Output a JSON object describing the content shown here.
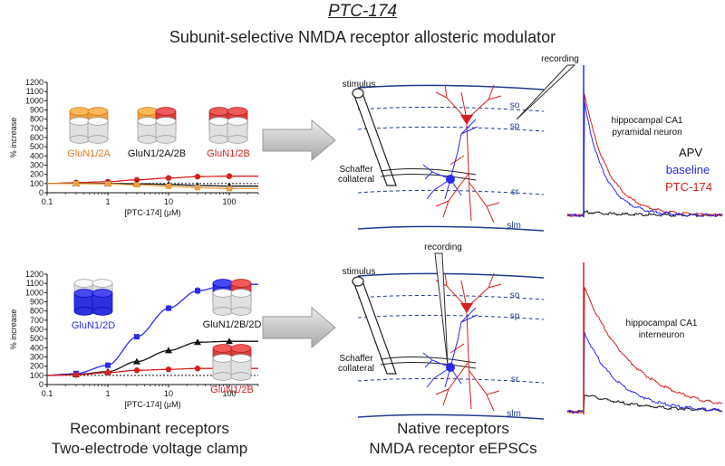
{
  "title": "PTC-174",
  "subtitle": "Subunit-selective NMDA receptor allosteric modulator",
  "colors": {
    "red": "#d62020",
    "blue": "#2a2aee",
    "black": "#111111",
    "orange": "#f0a040",
    "navy": "#1f3c8c"
  },
  "panels": {
    "recombinant_caption_1": "Recombinant receptors",
    "recombinant_caption_2": "Two-electrode voltage clamp",
    "native_caption_1": "Native receptors",
    "native_caption_2": "NMDA receptor eEPSCs"
  },
  "receptor_labels": {
    "glun1_2a": "GluN1/2A",
    "glun1_2a_2b": "GluN1/2A/2B",
    "glun1_2b_top": "GluN1/2B",
    "glun1_2d": "GluN1/2D",
    "glun1_2b_2d": "GluN1/2B/2D",
    "glun1_2b_bottom": "GluN1/2B"
  },
  "slice_labels": {
    "stimulus": "stimulus",
    "recording": "recording",
    "so": "so",
    "sp": "sp",
    "sr": "sr",
    "slm": "slm",
    "schaffer_1": "Schaffer",
    "schaffer_2": "collateral"
  },
  "traces": {
    "top_label_1": "hippocampal CA1",
    "top_label_2": "pyramidal neuron",
    "bottom_label_1": "hippocampal CA1",
    "bottom_label_2": "interneuron",
    "legend": [
      "APV",
      "baseline",
      "PTC-174"
    ]
  },
  "chart_data": [
    {
      "type": "line",
      "ylabel": "% increase",
      "xlabel": "[PTC-174] (μM)",
      "xscale": "log",
      "xlim": [
        0.1,
        300
      ],
      "ylim": [
        0,
        1200
      ],
      "yticks": [
        0,
        100,
        200,
        300,
        400,
        500,
        600,
        700,
        800,
        900,
        1000,
        1100,
        1200
      ],
      "xticks": [
        "0.1",
        "1",
        "10",
        "100"
      ],
      "reference_line": 100,
      "series": [
        {
          "name": "GluN1/2B",
          "color": "#d62020",
          "x": [
            0.3,
            1,
            3,
            10,
            30,
            100
          ],
          "y": [
            110,
            120,
            140,
            160,
            175,
            180
          ]
        },
        {
          "name": "GluN1/2A/2B",
          "color": "#111111",
          "x": [
            0.3,
            1,
            3,
            10,
            30,
            100
          ],
          "y": [
            100,
            100,
            98,
            90,
            78,
            72
          ]
        },
        {
          "name": "GluN1/2A",
          "color": "#f0a040",
          "x": [
            0.3,
            1,
            3,
            10,
            30,
            100
          ],
          "y": [
            98,
            95,
            85,
            70,
            55,
            45
          ]
        }
      ]
    },
    {
      "type": "line",
      "ylabel": "% increase",
      "xlabel": "[PTC-174] (μM)",
      "xscale": "log",
      "xlim": [
        0.1,
        300
      ],
      "ylim": [
        0,
        1200
      ],
      "yticks": [
        0,
        100,
        200,
        300,
        400,
        500,
        600,
        700,
        800,
        900,
        1000,
        1100,
        1200
      ],
      "xticks": [
        "0.1",
        "1",
        "10",
        "100"
      ],
      "reference_line": 100,
      "series": [
        {
          "name": "GluN1/2D",
          "color": "#2a2aee",
          "x": [
            0.3,
            1,
            3,
            10,
            30,
            100
          ],
          "y": [
            120,
            210,
            520,
            830,
            1020,
            1090
          ]
        },
        {
          "name": "GluN1/2B/2D",
          "color": "#111111",
          "x": [
            0.3,
            1,
            3,
            10,
            30,
            100
          ],
          "y": [
            110,
            140,
            250,
            370,
            460,
            470
          ]
        },
        {
          "name": "GluN1/2B",
          "color": "#d62020",
          "x": [
            0.3,
            1,
            3,
            10,
            30,
            100
          ],
          "y": [
            105,
            130,
            155,
            165,
            175,
            175
          ]
        }
      ]
    }
  ]
}
